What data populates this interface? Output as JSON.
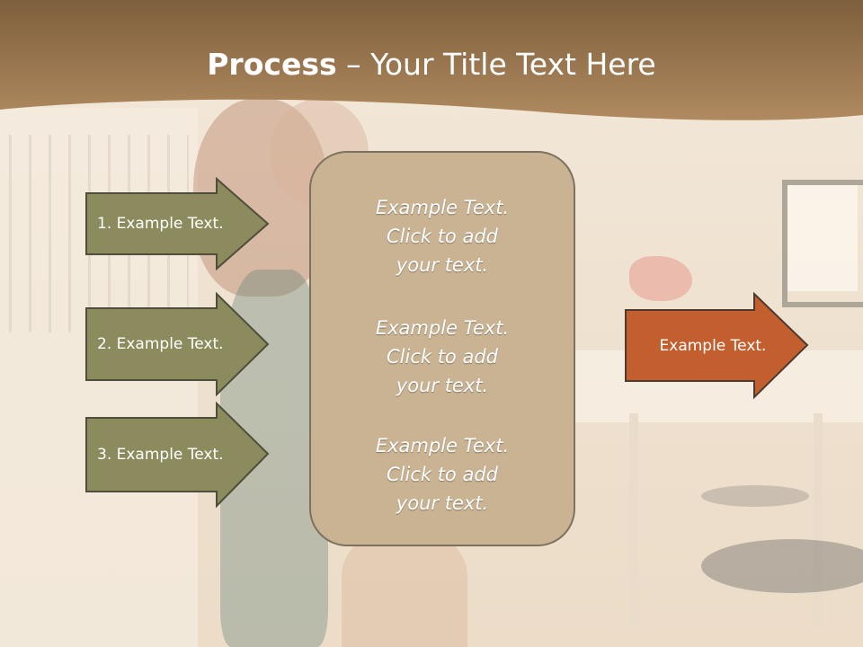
{
  "slide": {
    "title_bold": "Process",
    "title_rest": " – Your Title Text Here",
    "colors": {
      "header": "#a47f56",
      "left_arrows": "#8b8b5e",
      "right_arrow": "#c35f2e",
      "center_box": "#c9b393",
      "outline": "#4e4e3a"
    }
  },
  "left_steps": [
    {
      "label": "1. Example Text."
    },
    {
      "label": "2. Example Text."
    },
    {
      "label": "3. Example Text."
    }
  ],
  "center_blocks": [
    {
      "line1": "Example Text.",
      "line2": "Click  to add",
      "line3": "your text."
    },
    {
      "line1": "Example Text.",
      "line2": "Click  to add",
      "line3": "your text."
    },
    {
      "line1": "Example Text.",
      "line2": "Click  to add",
      "line3": "your text."
    }
  ],
  "result": {
    "label": "Example Text."
  }
}
